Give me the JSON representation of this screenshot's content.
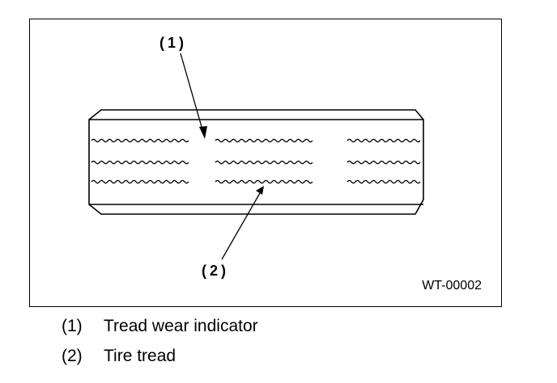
{
  "figure": {
    "callouts": [
      {
        "label": "(1)"
      },
      {
        "label": "(2)"
      }
    ],
    "figure_code": "WT-00002"
  },
  "legend": {
    "items": [
      {
        "number": "(1)",
        "text": "Tread wear indicator"
      },
      {
        "number": "(2)",
        "text": "Tire tread"
      }
    ]
  }
}
